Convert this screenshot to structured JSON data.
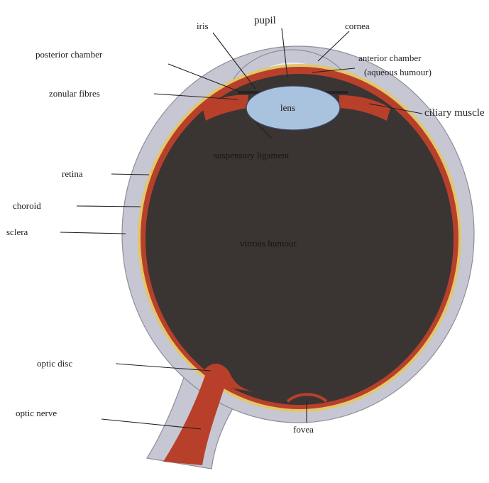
{
  "labels": {
    "pupil": "pupil",
    "iris": "iris",
    "cornea": "cornea",
    "posterior_chamber": "posterior chamber",
    "anterior_chamber": "anterior chamber",
    "aqueous_humour": "(aqueous humour)",
    "zonular_fibres": "zonular fibres",
    "lens": "lens",
    "ciliary_muscle": "ciliary muscle",
    "suspensory_ligament": "suspensory ligament",
    "retina": "retina",
    "choroid": "choroid",
    "sclera": "sclera",
    "vitreous_humour": "vitrous humour",
    "optic_disc": "optic disc",
    "optic_nerve": "optic nerve",
    "fovea": "fovea"
  },
  "colors": {
    "sclera": "#c6c7d2",
    "choroid": "#e2c76a",
    "retina": "#b8402a",
    "vitreous": "#3a3433",
    "lens": "#a9c3de",
    "anterior_chamber": "#e9ebf1",
    "leader_line": "#222222"
  }
}
